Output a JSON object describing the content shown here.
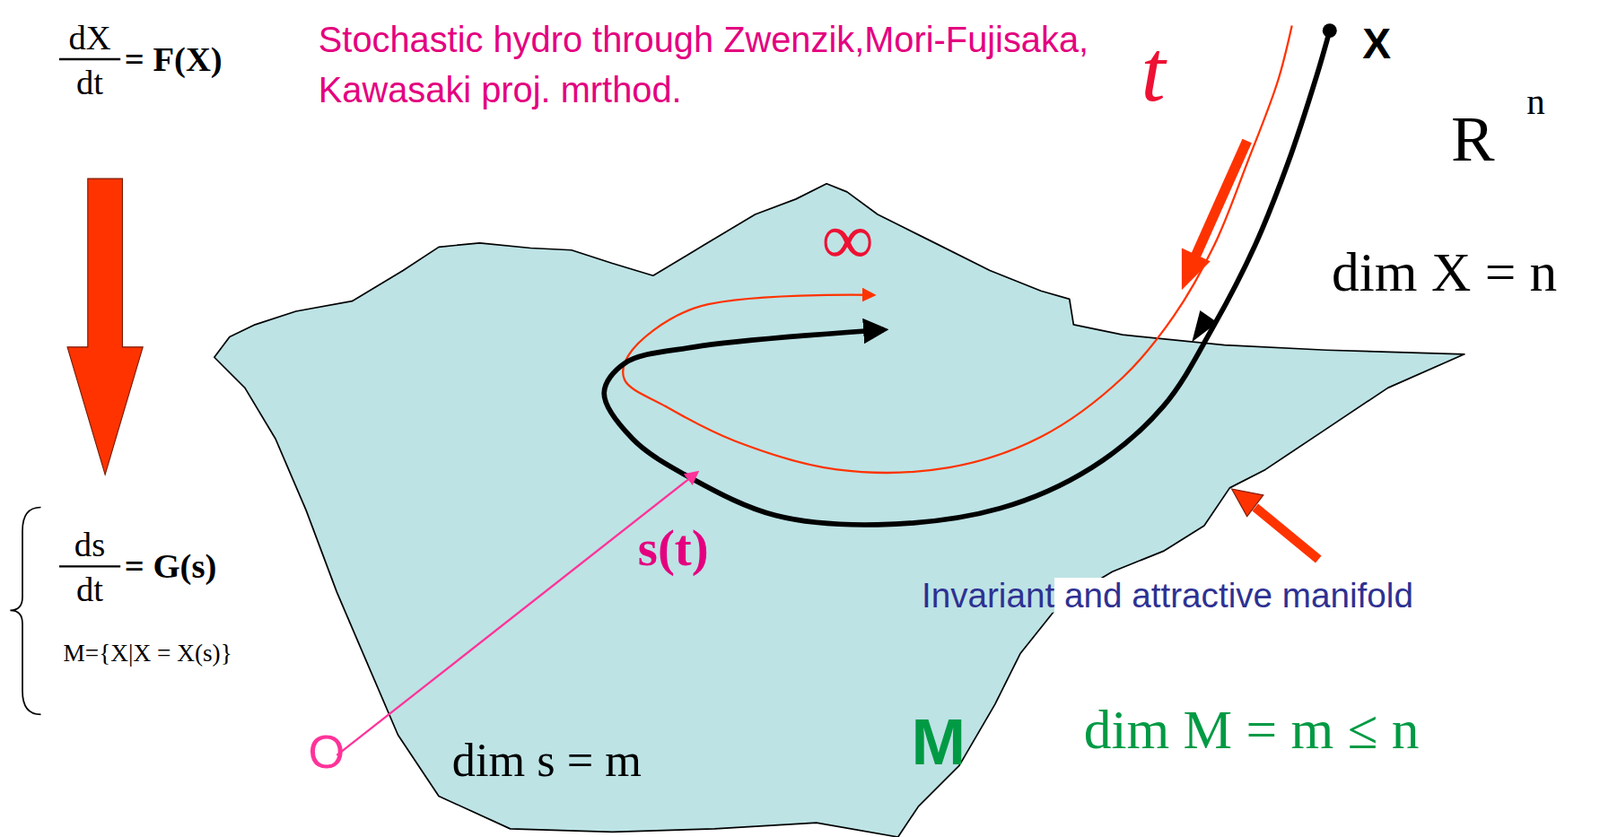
{
  "diagram": {
    "labels": [
      "dX",
      "dt",
      "= F(X)",
      "Stochastic hydro through Zwenzik,Mori-Fujisaka, Kawasaki proj. mrthod.",
      "t",
      "X",
      "R",
      "n",
      "dim X = n",
      "∞",
      "s(t)",
      "Invariant and attractive manifold",
      "ds",
      "dt",
      "= G(s)",
      "M={X|X = X(s)}",
      "O",
      "dim s = m",
      "M",
      "dim M = m ≤ n"
    ]
  }
}
